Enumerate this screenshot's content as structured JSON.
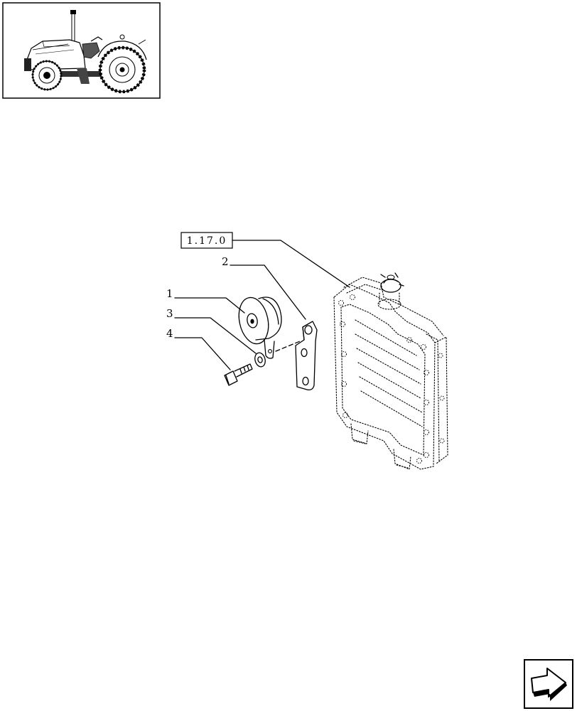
{
  "reference_box": {
    "label": "1.17.0"
  },
  "callouts": [
    {
      "number": "1",
      "part": "horn"
    },
    {
      "number": "2",
      "part": "bracket"
    },
    {
      "number": "3",
      "part": "washer"
    },
    {
      "number": "4",
      "part": "bolt"
    }
  ],
  "icons": {
    "thumbnail": "tractor-thumbnail-icon",
    "navigation": "next-page-arrow-icon"
  }
}
